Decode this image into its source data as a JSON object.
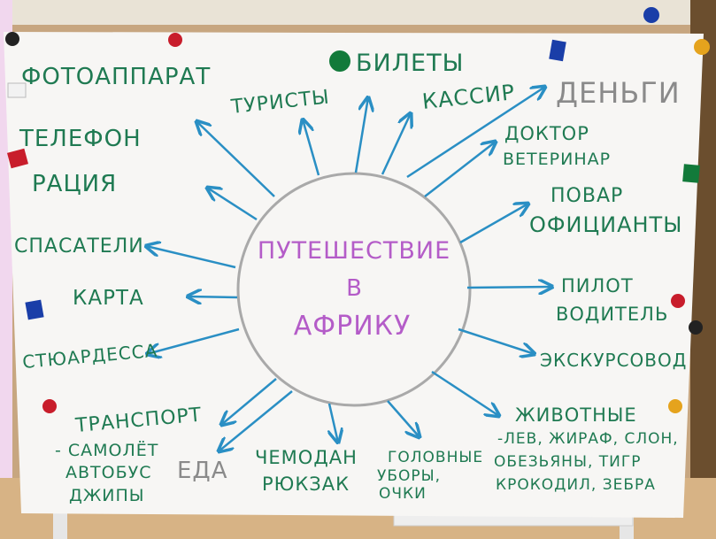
{
  "center": {
    "line1": "ПУТЕШЕСТВИЕ",
    "line2": "В",
    "line3": "АФРИКУ"
  },
  "labels": {
    "photo": "ФОТОАППАРАТ",
    "tourists": "ТУРИСТЫ",
    "tickets": "БИЛЕТЫ",
    "cashier": "КАССИР",
    "money": "ДЕНЬГИ",
    "phone": "ТЕЛЕФОН",
    "radio": "РАЦИЯ",
    "doctor": "ДОКТОР",
    "vet": "ВЕТЕРИНАР",
    "cook": "ПОВАР",
    "waiters": "ОФИЦИАНТЫ",
    "rescuers": "СПАСАТЕЛИ",
    "map": "КАРТА",
    "pilot": "ПИЛОТ",
    "driver": "ВОДИТЕЛЬ",
    "stewardess": "СТЮАРДЕССА",
    "guide": "ЭКСКУРСОВОД",
    "transport": "ТРАНСПОРТ",
    "plane": "- САМОЛЁТ",
    "bus": "АВТОБУС",
    "jeeps": "ДЖИПЫ",
    "food": "ЕДА",
    "suitcase": "ЧЕМОДАН",
    "backpack": "РЮКЗАК",
    "hats": "ГОЛОВНЫЕ",
    "hats2": "УБОРЫ,",
    "glasses": "ОЧКИ",
    "animals": "ЖИВОТНЫЕ",
    "animals2": "-ЛЕВ, ЖИРАФ, СЛОН,",
    "animals3": "ОБЕЗЬЯНЫ, ТИГР",
    "animals4": "КРОКОДИЛ, ЗЕБРА"
  },
  "colors": {
    "ink_green": "#1f7a52",
    "ink_purple": "#b45cc8",
    "ink_blue": "#2a8fc4",
    "ink_grey": "#8a8a8a",
    "paper": "#f7f6f4"
  }
}
